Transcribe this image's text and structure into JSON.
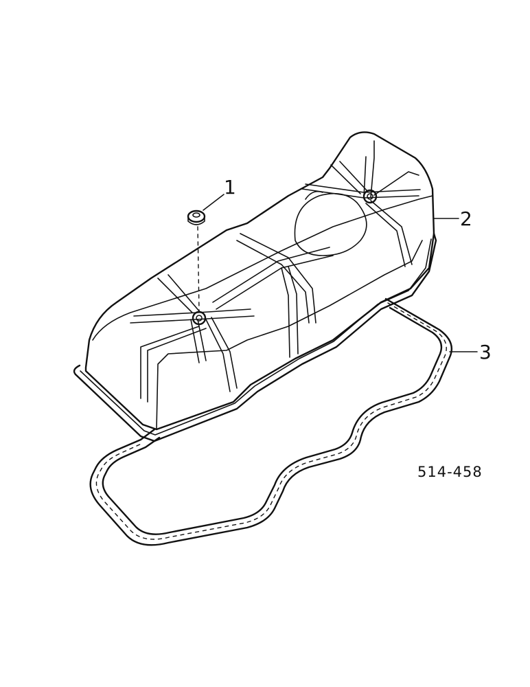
{
  "diagram": {
    "parts": [
      {
        "callout": "1",
        "name": "grommet"
      },
      {
        "callout": "2",
        "name": "valve-cover"
      },
      {
        "callout": "3",
        "name": "gasket"
      }
    ],
    "reference_code": "514-458"
  }
}
